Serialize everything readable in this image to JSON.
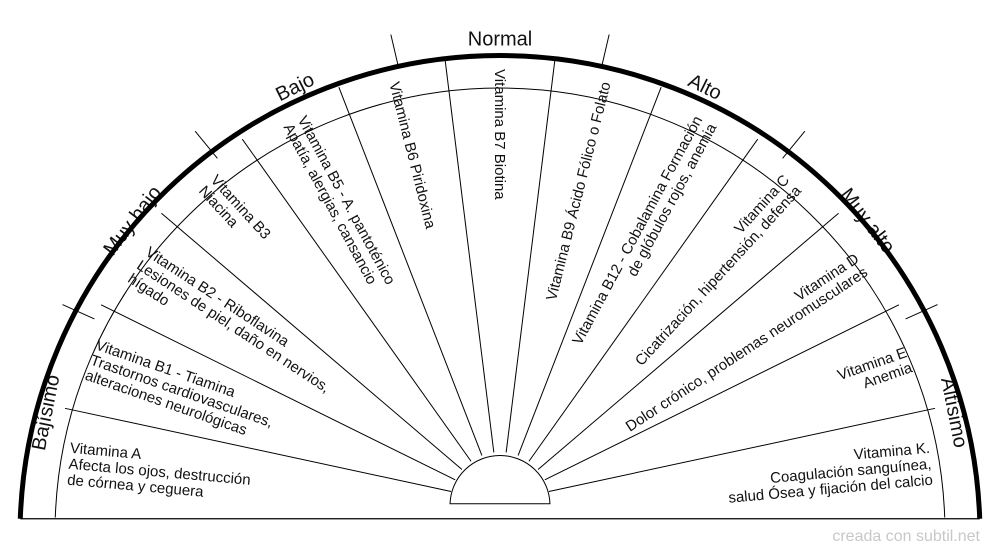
{
  "categories": [
    "Bajísimo",
    "Muy bajo",
    "Bajo",
    "Normal",
    "Alto",
    "Muy alto",
    "Altísimo"
  ],
  "sectors": [
    {
      "lines": [
        "Vitamina A",
        "Afecta los ojos, destrucción",
        "de córnea y ceguera"
      ]
    },
    {
      "lines": [
        "Vitamina B1 - Tiamina",
        "Trastornos cardiovasculares,",
        "alteraciones neurológicas"
      ]
    },
    {
      "lines": [
        "Vitamina B2 - Riboflavina",
        "Lesiones de piel, daño en nervios,",
        "hígado"
      ]
    },
    {
      "lines": [
        "Vitamina B3",
        "Niacina"
      ]
    },
    {
      "lines": [
        "Vitamina B5 - A. pantoténico",
        "Apatía, alergias, cansancio"
      ]
    },
    {
      "lines": [
        "Vitamina B6 Piridoxina"
      ]
    },
    {
      "lines": [
        "Vitamina B7  Biotina"
      ]
    },
    {
      "lines": [
        "Vitamina B9 Ácido Fólico o Folato"
      ]
    },
    {
      "lines": [
        "Vitamina B12 - Cobalamina Formación",
        "de glóbulos rojos, anemia"
      ]
    },
    {
      "lines": [
        "Vitamina C",
        "Cicatrización, hipertensión, defensa"
      ]
    },
    {
      "lines": [
        "Vitamina D",
        "Dolor crónico, problemas neuromusculares"
      ]
    },
    {
      "lines": [
        "Vitamina E",
        "Anemia"
      ]
    },
    {
      "lines": [
        "Vitamina K.",
        "Coagulación sanguínea,",
        "salud Ósea y fijación del calcio"
      ]
    }
  ],
  "watermark": "creada con subtil.net"
}
